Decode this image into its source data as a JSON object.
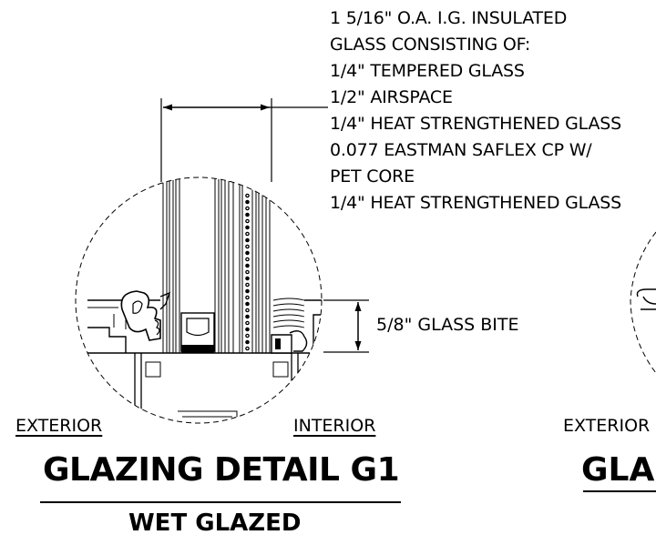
{
  "callout_lines": [
    "1 5/16\" O.A. I.G. INSULATED",
    "GLASS CONSISTING OF:",
    "1/4\" TEMPERED GLASS",
    "1/2\" AIRSPACE",
    "1/4\" HEAT STRENGTHENED GLASS",
    "0.077 EASTMAN SAFLEX CP W/",
    "PET CORE",
    "1/4\" HEAT STRENGTHENED GLASS"
  ],
  "dimension_bite": "5/8\" GLASS BITE",
  "detail1": {
    "exterior": "EXTERIOR",
    "interior": "INTERIOR",
    "title": "GLAZING DETAIL G1",
    "subtitle": "WET GLAZED"
  },
  "detail2": {
    "exterior": "EXTERIOR",
    "title_partial": "GLA"
  }
}
